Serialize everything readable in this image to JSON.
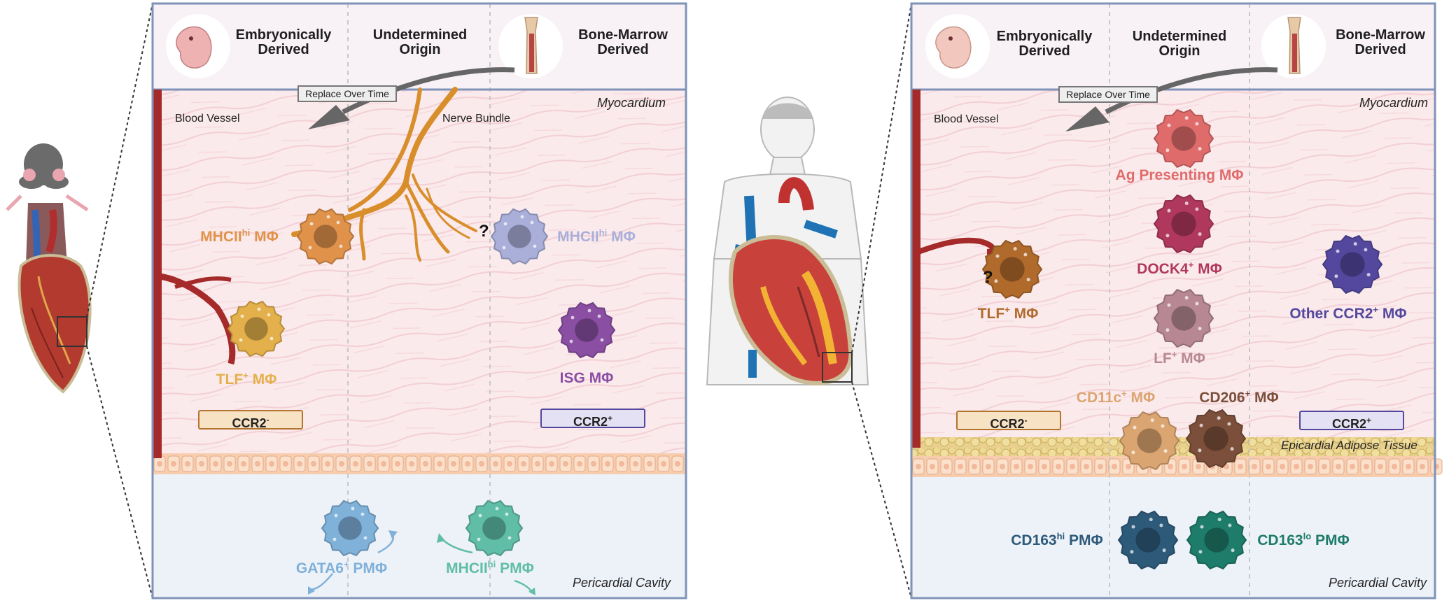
{
  "left_panel": {
    "header": {
      "embryonic": "Embryonically Derived",
      "undetermined": "Undetermined Origin",
      "bone_marrow": "Bone-Marrow Derived"
    },
    "replace_label": "Replace Over Time",
    "blood_vessel": "Blood Vessel",
    "nerve_bundle": "Nerve Bundle",
    "myocardium": "Myocardium",
    "pericardial_cavity": "Pericardial Cavity",
    "question_mark": "?",
    "cells": {
      "mhcii_left": {
        "main": "MHCII",
        "sup": "hi",
        "rest": " MΦ"
      },
      "mhcii_right": {
        "main": "MHCII",
        "sup": "hi",
        "rest": " MΦ"
      },
      "tlf": {
        "main": "TLF",
        "sup": "+",
        "rest": " MΦ"
      },
      "isg": {
        "main": "ISG MΦ"
      },
      "gata6": {
        "main": "GATA6",
        "sup": "+",
        "rest": " PMΦ"
      },
      "mhcii_pm": {
        "main": "MHCII",
        "sup": "hi",
        "rest": " PMΦ"
      }
    },
    "ccr2_neg": {
      "main": "CCR2",
      "sup": "-"
    },
    "ccr2_pos": {
      "main": "CCR2",
      "sup": "+"
    }
  },
  "right_panel": {
    "header": {
      "embryonic": "Embryonically Derived",
      "undetermined": "Undetermined Origin",
      "bone_marrow": "Bone-Marrow Derived"
    },
    "replace_label": "Replace Over Time",
    "blood_vessel": "Blood Vessel",
    "myocardium": "Myocardium",
    "epicardial_adipose": "Epicardial Adipose Tissue",
    "pericardial_cavity": "Pericardial Cavity",
    "question_mark": "?",
    "cells": {
      "ag_presenting": {
        "main": "Ag Presenting MΦ"
      },
      "dock4": {
        "main": "DOCK4",
        "sup": "+",
        "rest": " MΦ"
      },
      "lf": {
        "main": "LF",
        "sup": "+",
        "rest": " MΦ"
      },
      "tlf": {
        "main": "TLF",
        "sup": "+",
        "rest": " MΦ"
      },
      "other_ccr2": {
        "main": "Other CCR2",
        "sup": "+",
        "rest": " MΦ"
      },
      "cd11c": {
        "main": "CD11c",
        "sup": "+",
        "rest": " MΦ"
      },
      "cd206": {
        "main": "CD206",
        "sup": "+",
        "rest": " MΦ"
      },
      "cd163hi": {
        "main": "CD163",
        "sup": "hi",
        "rest": " PMΦ"
      },
      "cd163lo": {
        "main": "CD163",
        "sup": "lo",
        "rest": " PMΦ"
      }
    },
    "ccr2_neg": {
      "main": "CCR2",
      "sup": "-"
    },
    "ccr2_pos": {
      "main": "CCR2",
      "sup": "+"
    }
  },
  "colors": {
    "panel_border": "#7f93b8",
    "myocardium_bg": "#fbeaec",
    "pericardial_bg": "#edf1f8",
    "vessel": "#a52a2a",
    "nerve": "#d98e2c",
    "mhcii_left": "#e0924a",
    "mhcii_right": "#a9afd9",
    "tlf_left": "#e3b04b",
    "isg": "#8a4fa3",
    "gata6": "#7fb1d9",
    "mhcii_pm": "#5fbda8",
    "ag_presenting": "#e06b6b",
    "dock4": "#b0385e",
    "lf": "#b78893",
    "tlf_right": "#b06a2c",
    "other_ccr2": "#54489e",
    "cd11c": "#dba571",
    "cd206": "#7b4f3a",
    "cd163hi": "#2e5a7a",
    "cd163lo": "#1e7c6a"
  }
}
